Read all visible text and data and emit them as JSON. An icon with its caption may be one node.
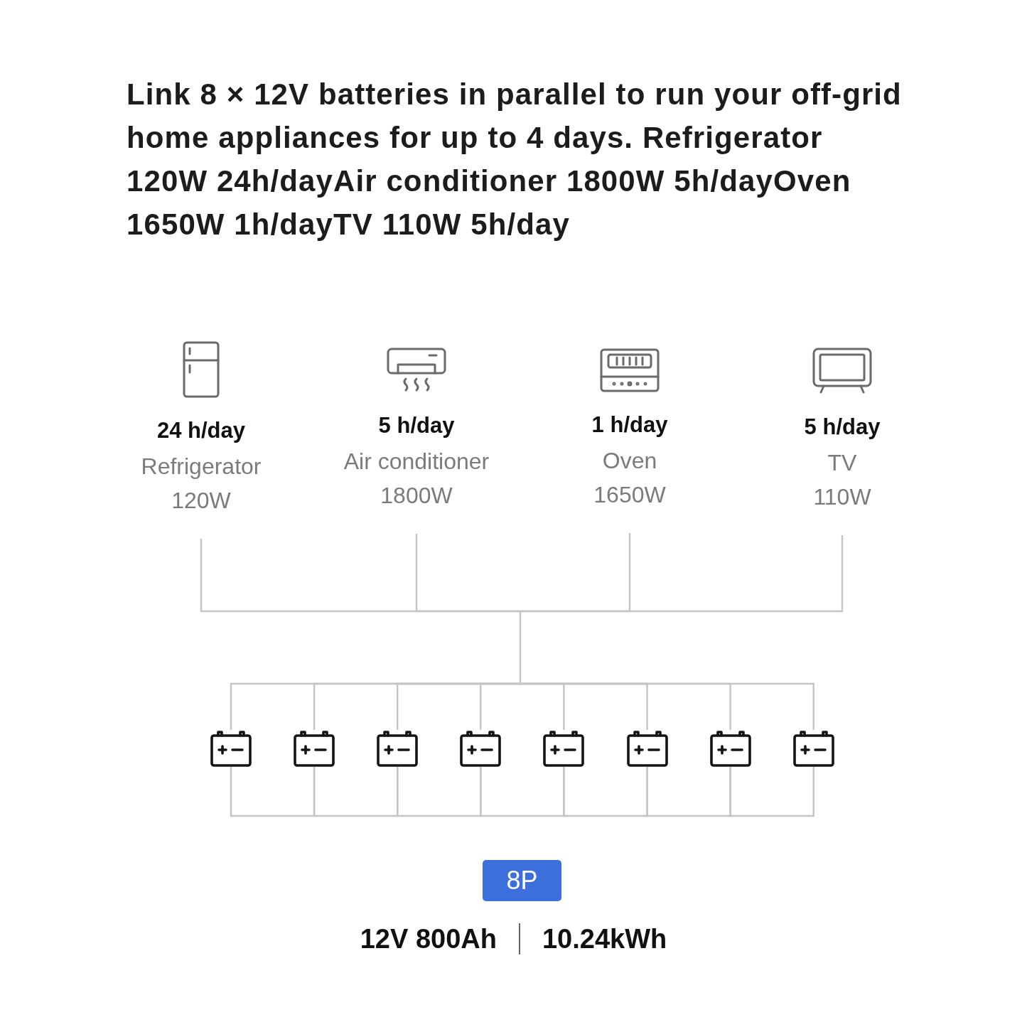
{
  "diagram": {
    "title": "Link 8 × 12V batteries in parallel to run your off-grid home appliances for up to 4 days. Refrigerator 120W 24h/dayAir conditioner 1800W 5h/dayOven 1650W 1h/dayTV 110W 5h/day",
    "nodes": [
      {
        "text": [
          "**24** h/day",
          "Refrigerator",
          "120W"
        ]
      },
      {
        "text": [
          "**5** h/day",
          "Air conditioner",
          "1800W"
        ]
      },
      {
        "text": [
          "**1** h/day",
          "Oven",
          "1650W"
        ]
      },
      {
        "text": [
          "**5** h/day",
          "TV",
          "110W"
        ]
      },
      {
        "text": [],
        "shape": "picture"
      },
      {
        "text": [],
        "shape": "picture"
      },
      {
        "text": [],
        "shape": "picture"
      },
      {
        "text": [],
        "shape": "picture"
      },
      {
        "text": [],
        "shape": "picture"
      },
      {
        "text": [],
        "shape": "picture"
      },
      {
        "text": [],
        "shape": "picture"
      },
      {
        "text": [],
        "shape": "picture"
      },
      {
        "text": [
          "8P"
        ]
      }
    ],
    "edges": [
      {
        "from": 0,
        "to": 4,
        "arrow": "none"
      },
      {
        "from": 0,
        "to": 5,
        "arrow": "none"
      },
      {
        "from": 0,
        "to": 6,
        "arrow": "none"
      },
      {
        "from": 0,
        "to": 7,
        "arrow": "none"
      },
      {
        "from": 0,
        "to": 8,
        "arrow": "none"
      },
      {
        "from": 0,
        "to": 9,
        "arrow": "none"
      },
      {
        "from": 0,
        "to": 10,
        "arrow": "none"
      },
      {
        "from": 0,
        "to": 11,
        "arrow": "none"
      },
      {
        "from": 1,
        "to": 4,
        "arrow": "none"
      },
      {
        "from": 1,
        "to": 5,
        "arrow": "none"
      },
      {
        "from": 1,
        "to": 6,
        "arrow": "none"
      },
      {
        "from": 1,
        "to": 7,
        "arrow": "none"
      },
      {
        "from": 1,
        "to": 8,
        "arrow": "none"
      },
      {
        "from": 1,
        "to": 9,
        "arrow": "none"
      },
      {
        "from": 1,
        "to": 10,
        "arrow": "none"
      },
      {
        "from": 1,
        "to": 11,
        "arrow": "none"
      },
      {
        "from": 2,
        "to": 4,
        "arrow": "none"
      },
      {
        "from": 2,
        "to": 5,
        "arrow": "none"
      },
      {
        "from": 2,
        "to": 6,
        "arrow": "none"
      },
      {
        "from": 2,
        "to": 7,
        "arrow": "none"
      },
      {
        "from": 2,
        "to": 8,
        "arrow": "none"
      },
      {
        "from": 2,
        "to": 9,
        "arrow": "none"
      },
      {
        "from": 2,
        "to": 10,
        "arrow": "none"
      },
      {
        "from": 2,
        "to": 11,
        "arrow": "none"
      },
      {
        "from": 3,
        "to": 4,
        "arrow": "none"
      },
      {
        "from": 3,
        "to": 5,
        "arrow": "none"
      },
      {
        "from": 3,
        "to": 6,
        "arrow": "none"
      },
      {
        "from": 3,
        "to": 7,
        "arrow": "none"
      },
      {
        "from": 3,
        "to": 8,
        "arrow": "none"
      },
      {
        "from": 3,
        "to": 9,
        "arrow": "none"
      },
      {
        "from": 3,
        "to": 10,
        "arrow": "none"
      },
      {
        "from": 3,
        "to": 11,
        "arrow": "none"
      },
      {
        "from": 4,
        "to": 5,
        "arrow": "none"
      },
      {
        "from": 5,
        "to": 6,
        "arrow": "none"
      },
      {
        "from": 6,
        "to": 7,
        "arrow": "none"
      },
      {
        "from": 7,
        "to": 8,
        "arrow": "none"
      },
      {
        "from": 8,
        "to": 9,
        "arrow": "none"
      },
      {
        "from": 9,
        "to": 10,
        "arrow": "none"
      },
      {
        "from": 10,
        "to": 11,
        "arrow": "none"
      }
    ],
    "labels": [
      "12V 800Ah",
      "10.24kWh"
    ]
  }
}
